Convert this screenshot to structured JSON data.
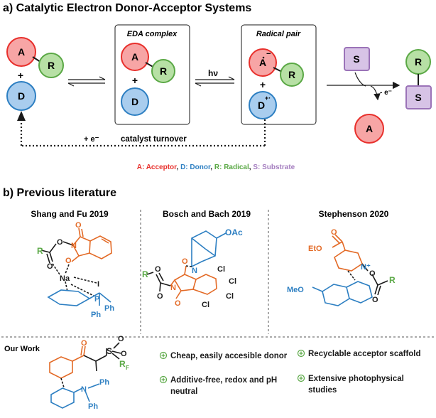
{
  "section_a": {
    "title": "a) Catalytic Electron Donor-Acceptor Systems",
    "circles": {
      "A": "A",
      "R": "R",
      "D": "D",
      "S": "S"
    },
    "plus": "+",
    "box1_title": "EDA complex",
    "box2_title": "Radical pair",
    "hv": "hν",
    "minus_e": "- e⁻",
    "plus_e": "+ e⁻",
    "catalyst_turnover": "catalyst turnover",
    "radical_minus": "−",
    "radical_plus": "+·",
    "legend": [
      {
        "text": "A: Acceptor",
        "color": "#e8302c"
      },
      {
        "text": ", ",
        "color": "#e8302c"
      },
      {
        "text": "D: Donor",
        "color": "#2d7fc2"
      },
      {
        "text": ", ",
        "color": "#2d7fc2"
      },
      {
        "text": "R: Radical",
        "color": "#5aa845"
      },
      {
        "text": ", ",
        "color": "#5aa845"
      },
      {
        "text": "S: Substrate",
        "color": "#a47dbf"
      }
    ]
  },
  "section_b": {
    "title": "b) Previous literature",
    "works": [
      "Shang and Fu 2019",
      "Bosch and Bach 2019",
      "Stephenson 2020"
    ],
    "our_work": "Our Work",
    "bullets": [
      "Cheap, easily accesible donor",
      "Recyclable acceptor scaffold",
      "Additive-free, redox and pH",
      "neutral",
      "Extensive photophysical",
      "studies"
    ],
    "chem_labels": {
      "R": "R",
      "O": "O",
      "N": "N",
      "Na": "Na",
      "I": "I",
      "P": "P",
      "Ph": "Ph",
      "OAc": "OAc",
      "Cl": "Cl",
      "EtO": "EtO",
      "MeO": "MeO",
      "Nplus": "N⁺",
      "S": "S",
      "RF": "R",
      "RF_sub": "F"
    }
  },
  "colors": {
    "acceptor_fill": "#f7a5a5",
    "acceptor_stroke": "#e8302c",
    "donor_fill": "#a9cdee",
    "donor_stroke": "#2d7fc2",
    "radical_fill": "#b7e0a5",
    "radical_stroke": "#5aa845",
    "substrate_fill": "#d7c3e6",
    "substrate_stroke": "#9b73b8",
    "orange": "#e36a26",
    "blue": "#2d7fc2",
    "green": "#5aa845"
  }
}
